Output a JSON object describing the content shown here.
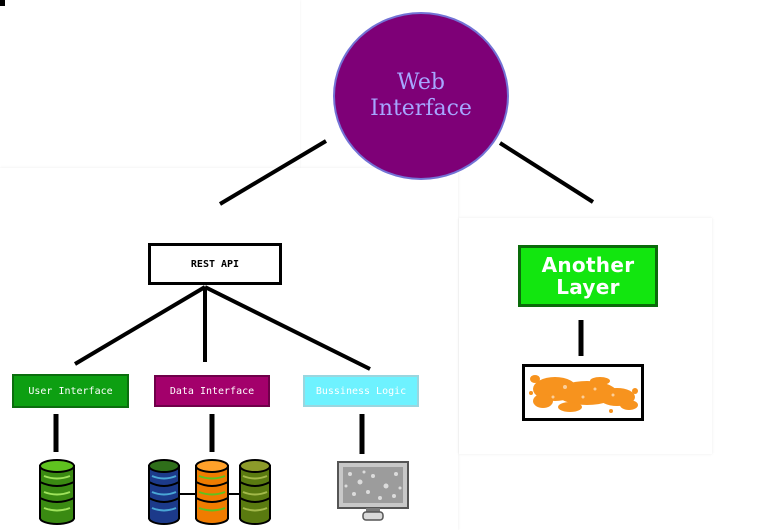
{
  "nodes": {
    "web_interface": "Web\nInterface",
    "rest_api": "REST API",
    "user_interface": "User Interface",
    "data_interface": "Data Interface",
    "business_logic": "Bussiness Logic",
    "another_layer": "Another\nLayer"
  },
  "icons": {
    "user_interface_store": "database-icon",
    "data_interface_stores": [
      "database-icon",
      "database-icon",
      "database-icon"
    ],
    "business_logic_device": "monitor-icon",
    "another_layer_visual": "scatter-texture-image"
  },
  "colors": {
    "web_interface_fill": "#7e0077",
    "web_interface_text": "#a6a6ff",
    "user_interface_fill": "#0d9f12",
    "data_interface_fill": "#a3006b",
    "business_logic_fill": "#6ef2ff",
    "another_layer_fill": "#12e60f",
    "scatter_color": "#f7931e",
    "connector": "#000000"
  }
}
